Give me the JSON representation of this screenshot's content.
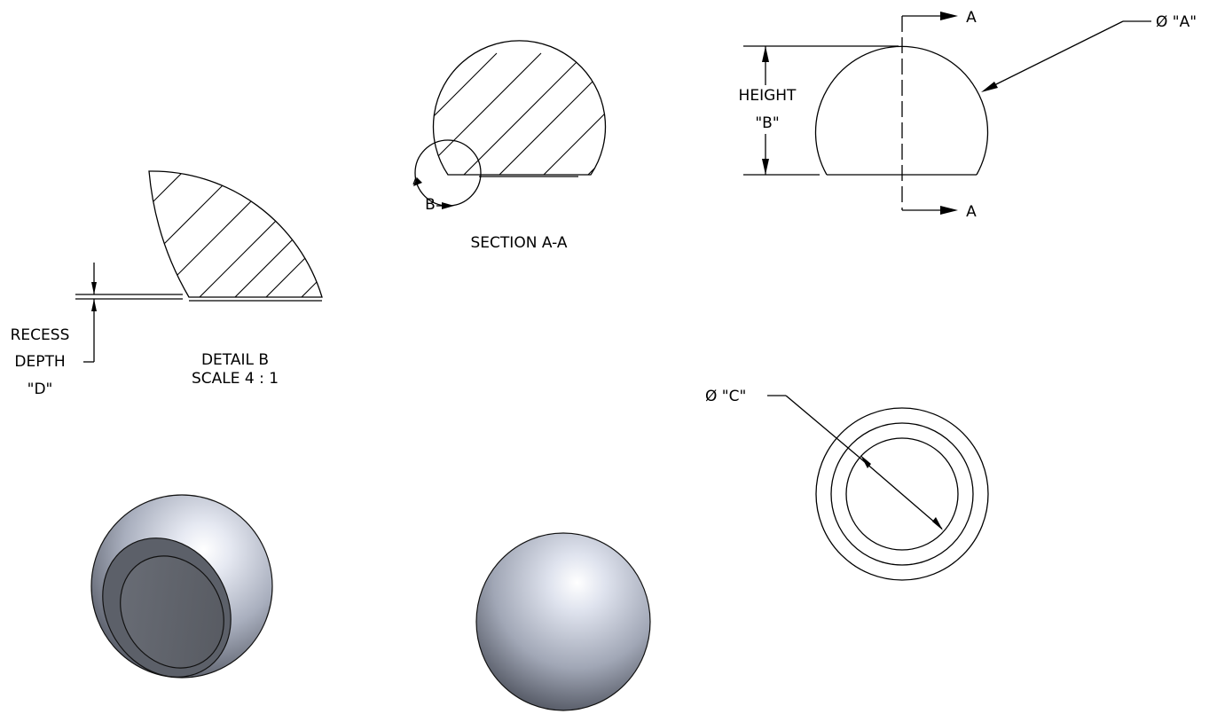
{
  "detail_b": {
    "title": "DETAIL B",
    "scale": "SCALE 4 : 1",
    "recess_label_1": "RECESS",
    "recess_label_2": "DEPTH",
    "recess_label_3": "\"D\""
  },
  "section": {
    "title": "SECTION A-A",
    "detail_marker": "B"
  },
  "front_view": {
    "section_marker_top": "A",
    "section_marker_bottom": "A",
    "height_label_1": "HEIGHT",
    "height_label_2": "\"B\"",
    "diameter_label": "Ø \"A\""
  },
  "bottom_view": {
    "diameter_label": "Ø \"C\""
  },
  "colors": {
    "line": "#000000",
    "metal_light": "#f4f6fc",
    "metal_mid": "#aab0bf",
    "metal_dark": "#434752"
  }
}
